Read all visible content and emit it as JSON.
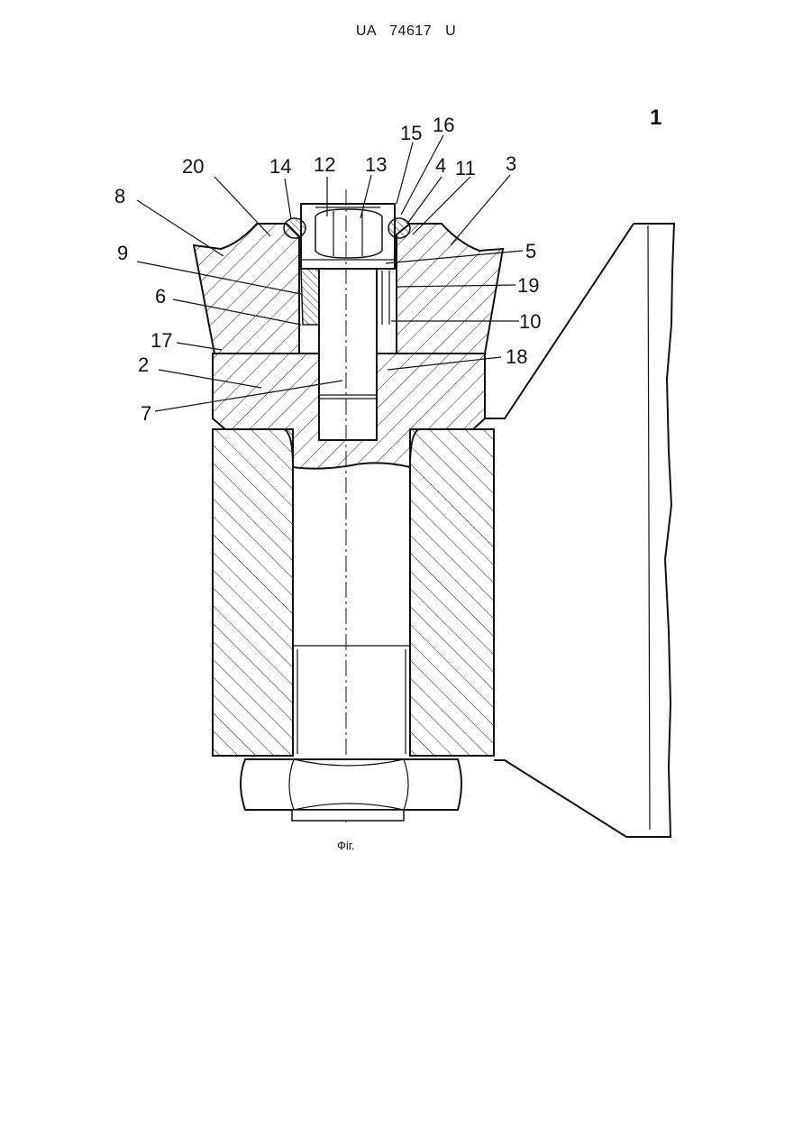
{
  "header": {
    "text": "UA   74617   U"
  },
  "figure": {
    "caption": "Фіг.",
    "labels": [
      "1",
      "2",
      "3",
      "4",
      "5",
      "6",
      "7",
      "8",
      "9",
      "10",
      "11",
      "12",
      "13",
      "14",
      "15",
      "16",
      "17",
      "18",
      "19",
      "20"
    ]
  }
}
